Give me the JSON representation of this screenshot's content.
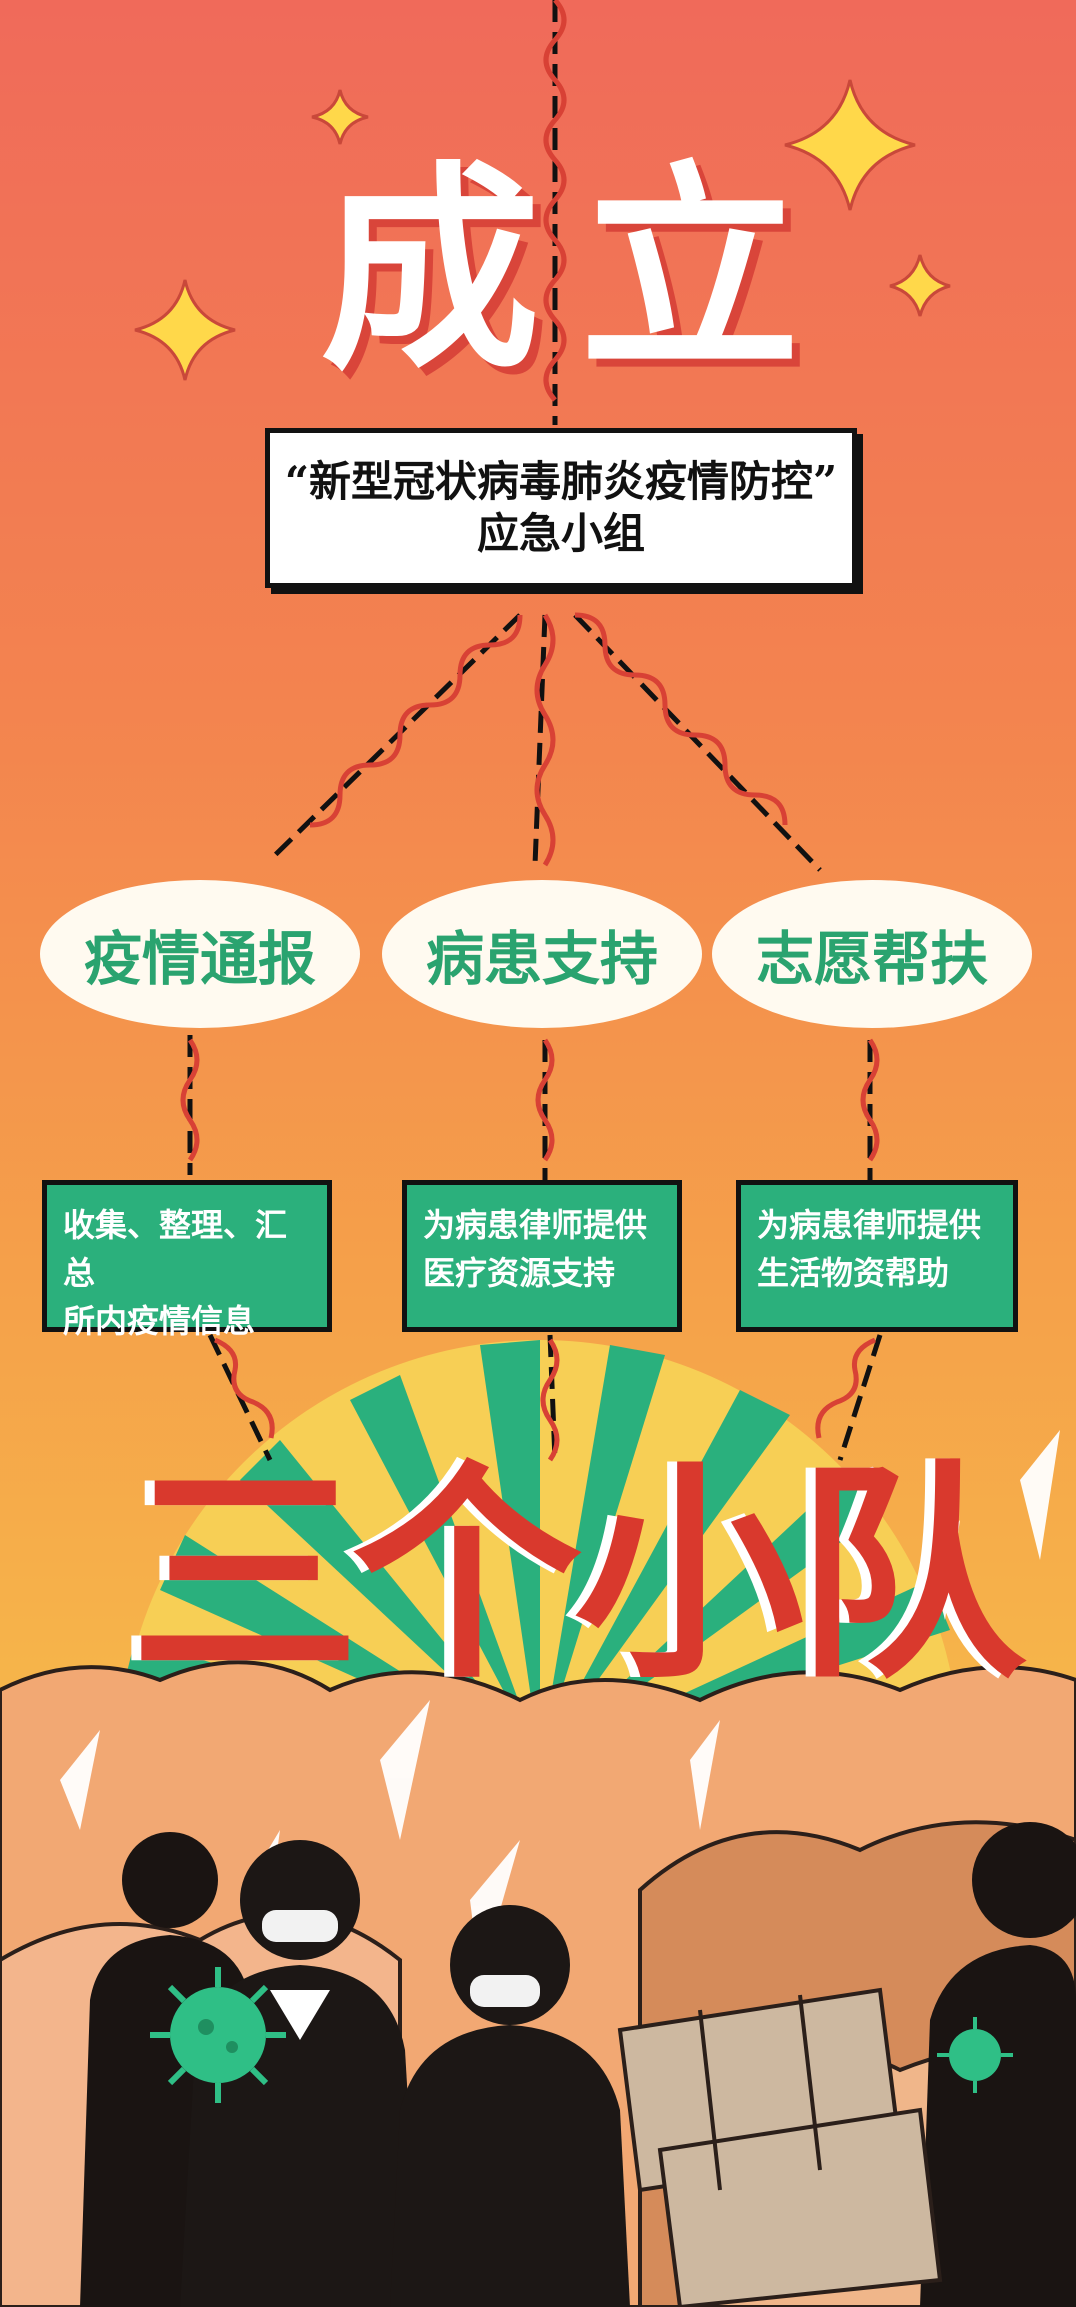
{
  "headline": [
    "成",
    "立"
  ],
  "title_box": {
    "line1": "“新型冠状病毒肺炎疫情防控”",
    "line2": "应急小组"
  },
  "teams": [
    {
      "name": "疫情通报",
      "desc": [
        "收集、整理、汇总",
        "所内疫情信息"
      ]
    },
    {
      "name": "病患支持",
      "desc": [
        "为病患律师提供",
        "医疗资源支持"
      ]
    },
    {
      "name": "志愿帮扶",
      "desc": [
        "为病患律师提供",
        "生活物资帮助"
      ]
    }
  ],
  "bottom_title": "三个小队",
  "colors": {
    "team_green": "#2bb07c",
    "oval_text": "#2aa36f",
    "accent_red": "#d9392d",
    "sparkle_yellow": "#ffd84a"
  },
  "icons": [
    "sparkle-icon",
    "virus-icon",
    "person-icon"
  ]
}
